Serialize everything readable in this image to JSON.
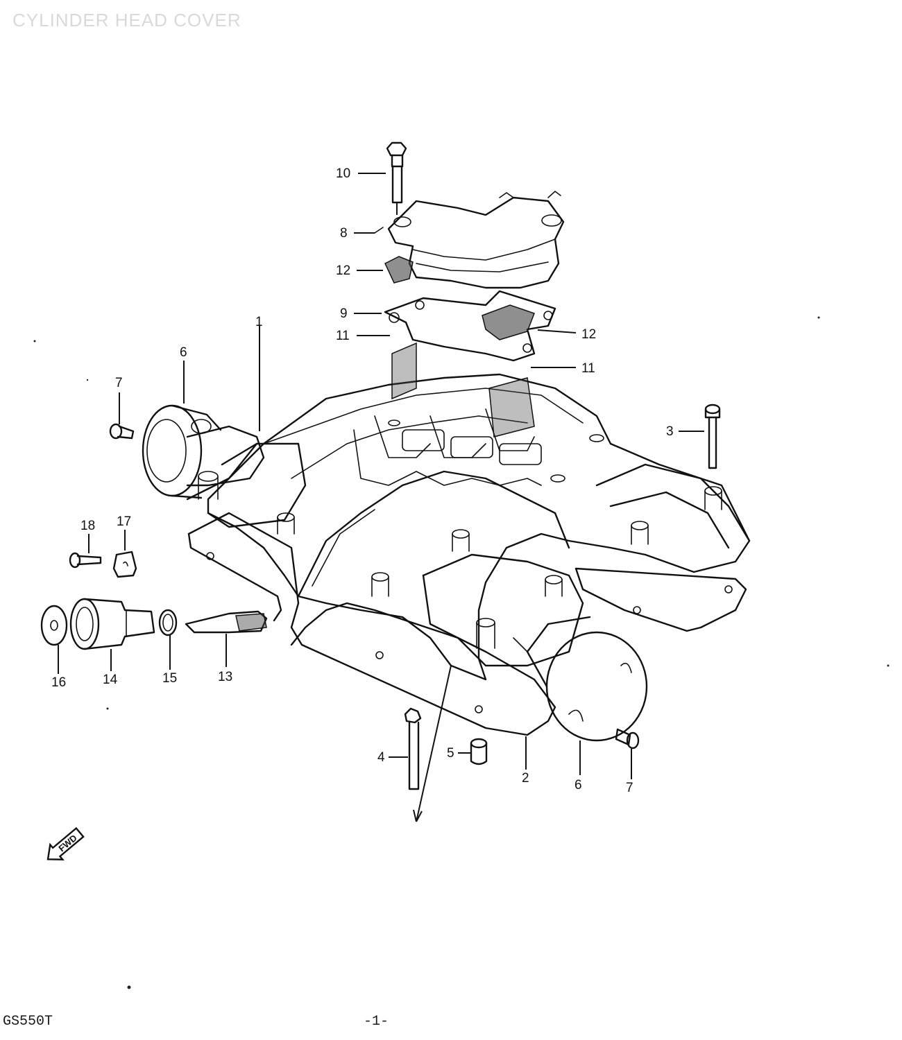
{
  "title": "CYLINDER HEAD COVER",
  "footer": {
    "model": "GS550T",
    "page": "-1-"
  },
  "front_marker": "FWD",
  "callouts": [
    "1",
    "2",
    "3",
    "4",
    "5",
    "6",
    "6",
    "7",
    "7",
    "8",
    "9",
    "10",
    "11",
    "11",
    "12",
    "12",
    "13",
    "14",
    "15",
    "16",
    "17",
    "18"
  ]
}
